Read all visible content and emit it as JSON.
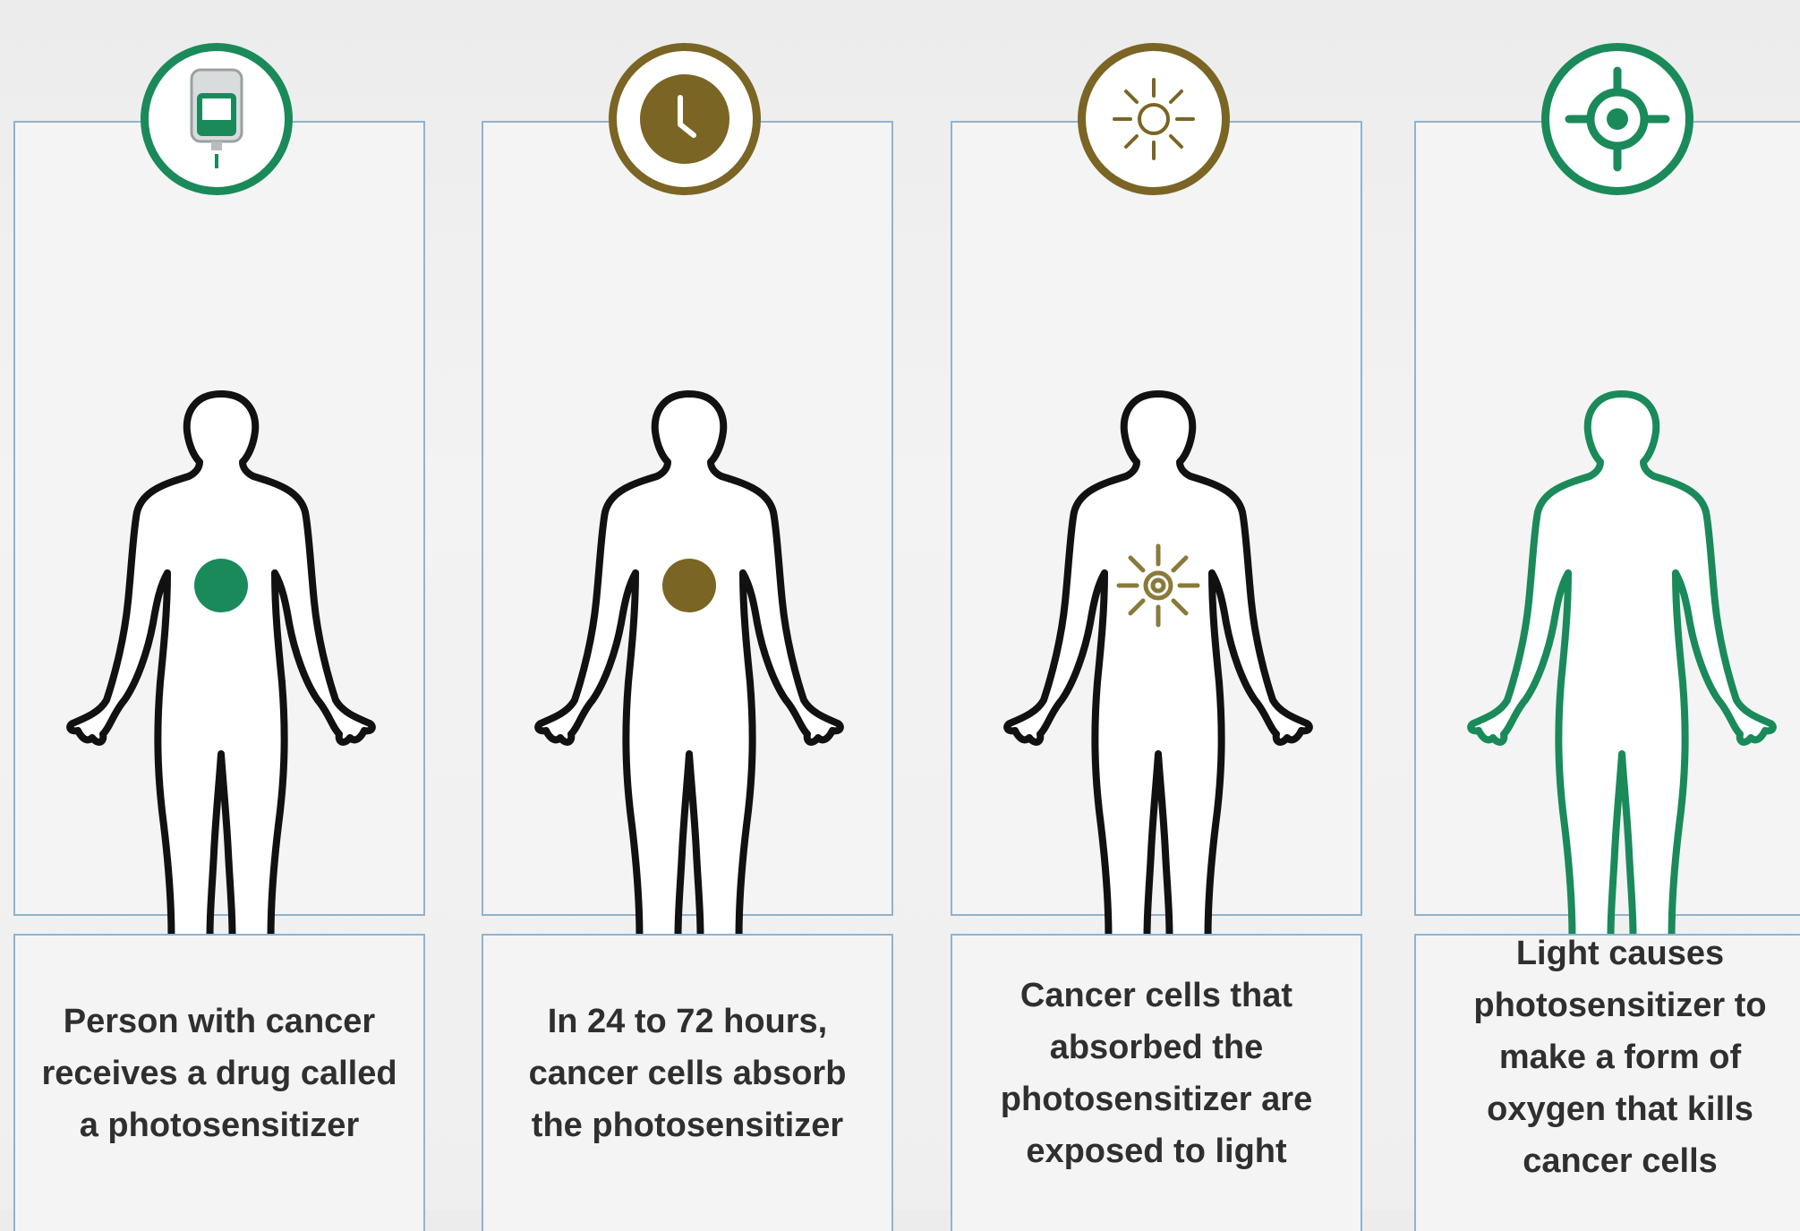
{
  "steps": [
    {
      "icon": "iv-drip-bag-icon",
      "accent": "#1a8a5a",
      "caption": "Person with cancer\nreceives a drug called\na photosensitizer"
    },
    {
      "icon": "clock-icon",
      "accent": "#7a6524",
      "caption": "In 24 to 72 hours,\ncancer cells absorb\nthe photosensitizer"
    },
    {
      "icon": "sun-icon",
      "accent": "#7a6524",
      "caption": "Cancer cells that\nabsorbed the\nphotosensitizer are\nexposed to light"
    },
    {
      "icon": "target-icon",
      "accent": "#1a8a5a",
      "caption": "Light causes\nphotosensitizer to\nmake a form of\noxygen that kills\ncancer cells"
    }
  ],
  "colors": {
    "green": "#1a8a5a",
    "gold": "#7a6524",
    "outline": "#111111",
    "panel_border": "#8fb3cf",
    "text": "#2f2f2f"
  }
}
